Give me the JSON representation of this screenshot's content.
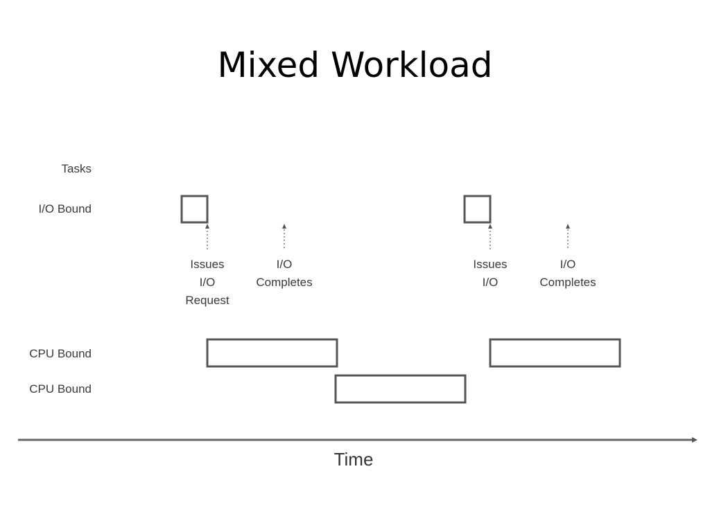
{
  "title": "Mixed Workload",
  "rows": {
    "tasks": "Tasks",
    "io_bound": "I/O Bound",
    "cpu_bound_1": "CPU Bound",
    "cpu_bound_2": "CPU Bound"
  },
  "annotations": [
    "Issues\nI/O\nRequest",
    "I/O\nCompletes",
    "Issues\nI/O",
    "I/O\nCompletes"
  ],
  "axis_label": "Time",
  "colors": {
    "stroke": "#555555",
    "text": "#3a3a3a"
  }
}
